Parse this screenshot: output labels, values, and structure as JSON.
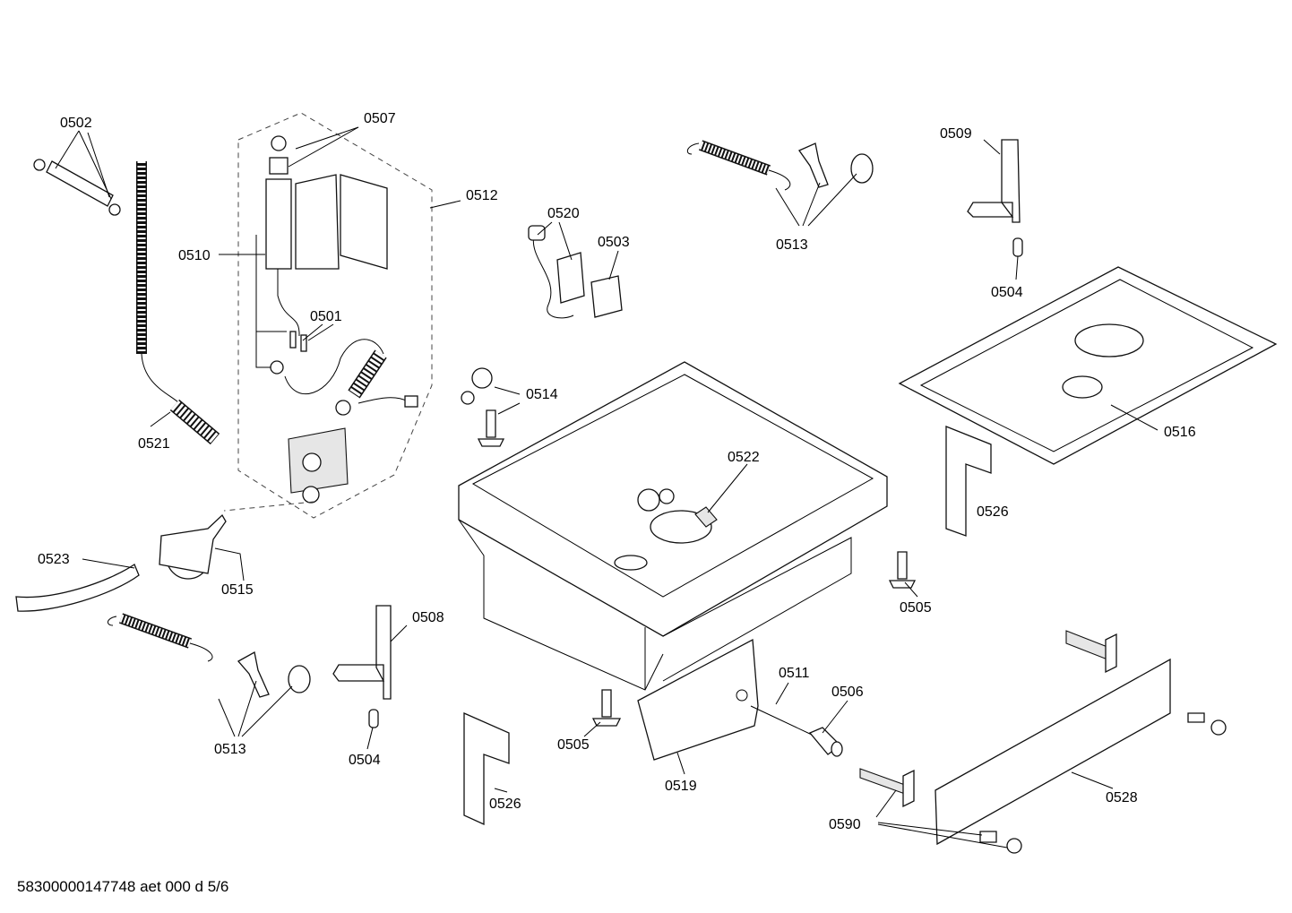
{
  "document_id": "58300000147748 aet 000 d 5/6",
  "callouts": {
    "c0502": "0502",
    "c0507": "0507",
    "c0512": "0512",
    "c0510": "0510",
    "c0501": "0501",
    "c0521": "0521",
    "c0520": "0520",
    "c0503": "0503",
    "c0513a": "0513",
    "c0509": "0509",
    "c0504a": "0504",
    "c0514": "0514",
    "c0516": "0516",
    "c0522": "0522",
    "c0526a": "0526",
    "c0523": "0523",
    "c0515": "0515",
    "c0505a": "0505",
    "c0508": "0508",
    "c0511": "0511",
    "c0506": "0506",
    "c0513b": "0513",
    "c0504b": "0504",
    "c0505b": "0505",
    "c0519": "0519",
    "c0526b": "0526",
    "c0528": "0528",
    "c0590": "0590"
  }
}
